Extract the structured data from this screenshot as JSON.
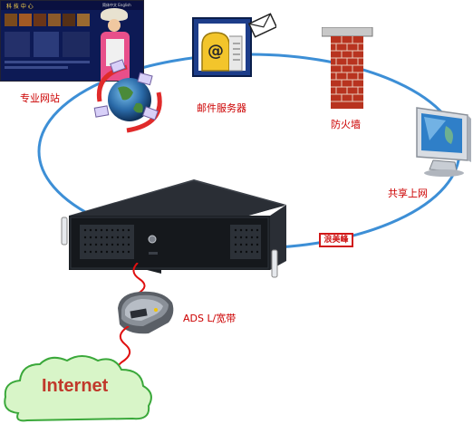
{
  "labels": {
    "website": "专业网站",
    "mail_server": "邮件服务器",
    "firewall": "防火墙",
    "shared_internet": "共享上网",
    "adsl": "ADS L/宽带",
    "internet": "Internet"
  },
  "website_screen": {
    "header_text": "科 技 中 心",
    "header_right": "简体中文 English"
  },
  "server_logo_text": "浪美峰",
  "colors": {
    "ring": "#3d8fd6",
    "label_red": "#cc0000",
    "cloud_fill": "#d8f5c8",
    "cloud_stroke": "#3aa83a",
    "internet_text": "#c0392b",
    "cable": "#e01010",
    "server_body": "#1b1f24",
    "brick": "#b8331f"
  },
  "icons": [
    "website-screenshot",
    "globe-icon",
    "mailbox-icon",
    "firewall-icon",
    "monitor-icon",
    "server-icon",
    "adsl-modem-icon",
    "cloud-icon"
  ]
}
